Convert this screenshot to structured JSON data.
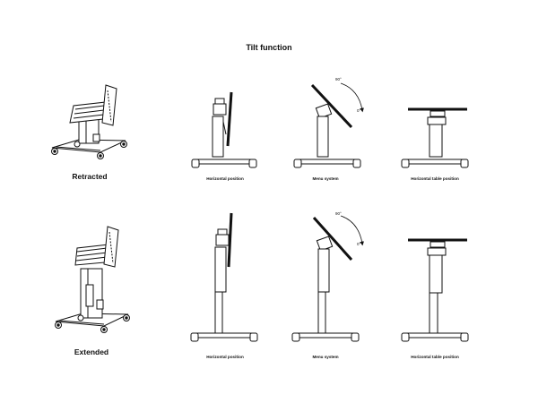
{
  "title": "Tilt function",
  "rows": [
    {
      "label": "Retracted",
      "captions": [
        "Horizontal position",
        "Menu system",
        "Horizontal table position"
      ],
      "angle_top": "90°",
      "angle_bottom": "0°"
    },
    {
      "label": "Extended",
      "captions": [
        "Horizontal position",
        "Menu system",
        "Horizontal table position"
      ],
      "angle_top": "90°",
      "angle_bottom": "0°"
    }
  ]
}
